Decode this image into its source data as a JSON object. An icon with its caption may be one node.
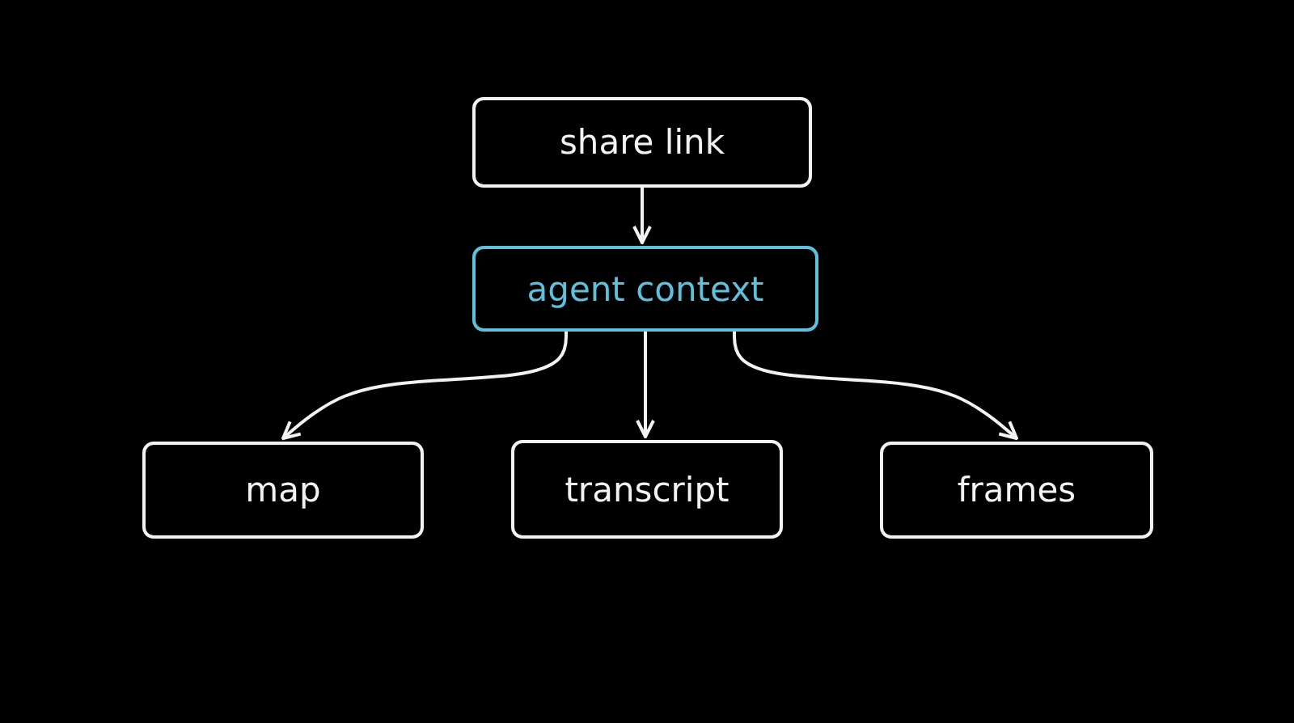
{
  "diagram": {
    "nodes": [
      {
        "text": [
          "share link"
        ]
      },
      {
        "text": [
          "agent context"
        ]
      },
      {
        "text": [
          "map"
        ]
      },
      {
        "text": [
          "transcript"
        ]
      },
      {
        "text": [
          "frames"
        ]
      }
    ],
    "edges": [
      {
        "from": 0,
        "to": 1,
        "arrow": "to"
      },
      {
        "from": 1,
        "to": 2,
        "arrow": "to"
      },
      {
        "from": 1,
        "to": 3,
        "arrow": "to"
      },
      {
        "from": 1,
        "to": 4,
        "arrow": "to"
      }
    ]
  }
}
